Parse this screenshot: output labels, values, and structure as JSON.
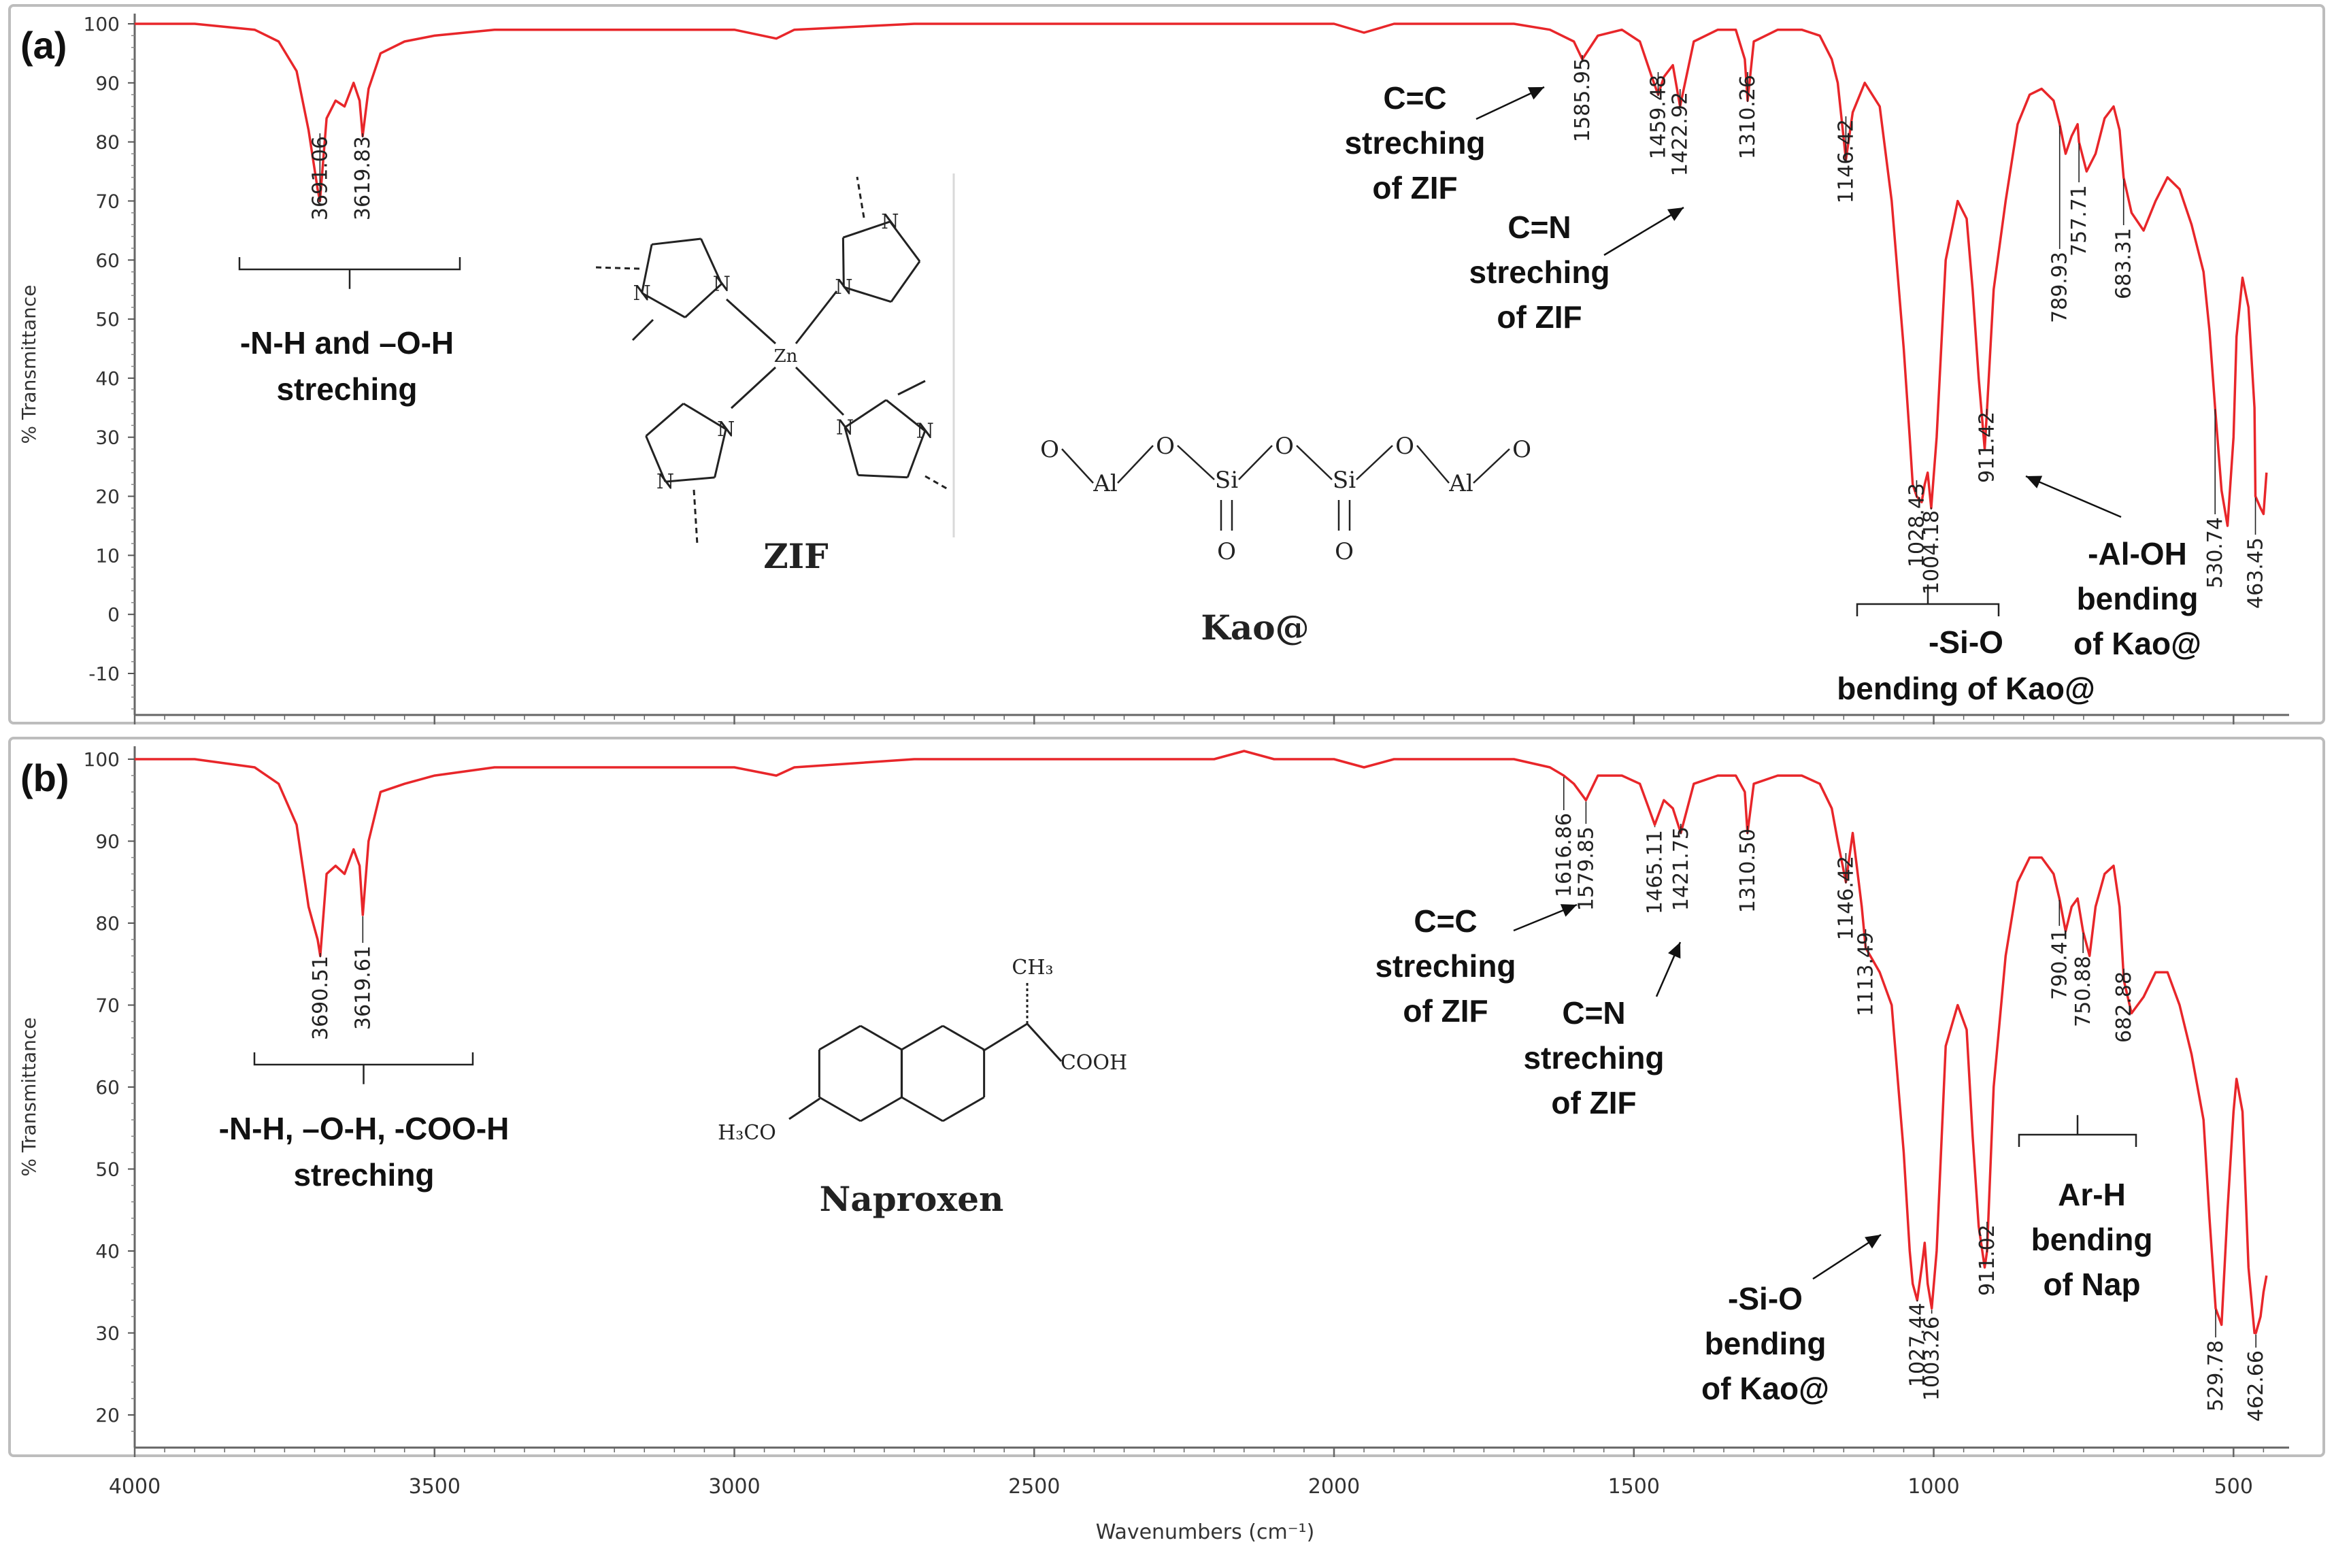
{
  "figure": {
    "x_title": "Wavenumbers (cm⁻¹)",
    "y_title": "% Transmittance",
    "x_ticks": [
      "4000",
      "3500",
      "3000",
      "2500",
      "2000",
      "1500",
      "1000",
      "500"
    ],
    "curve_color": "#e8262a"
  },
  "chart_data": [
    {
      "type": "line",
      "panel_label": "(a)",
      "xlim": [
        4000,
        430
      ],
      "ylim": [
        -15,
        102
      ],
      "yticks": [
        100,
        90,
        80,
        70,
        60,
        50,
        40,
        30,
        20,
        10,
        0,
        -10
      ],
      "series_color": "#e8262a",
      "x": [
        4000,
        3900,
        3800,
        3760,
        3730,
        3710,
        3695,
        3691.06,
        3680,
        3665,
        3650,
        3635,
        3625,
        3619.83,
        3610,
        3590,
        3550,
        3500,
        3400,
        3200,
        3000,
        2930,
        2900,
        2700,
        2400,
        2200,
        2100,
        2000,
        1950,
        1900,
        1800,
        1700,
        1640,
        1600,
        1585.95,
        1560,
        1520,
        1490,
        1470,
        1459.48,
        1450,
        1435,
        1422.92,
        1400,
        1360,
        1330,
        1315,
        1310.26,
        1300,
        1260,
        1220,
        1190,
        1170,
        1160,
        1146.42,
        1135,
        1115,
        1090,
        1070,
        1050,
        1040,
        1035,
        1028.43,
        1020,
        1015,
        1010,
        1004.18,
        995,
        980,
        960,
        945,
        935,
        925,
        915,
        911.42,
        900,
        880,
        860,
        840,
        820,
        800,
        789.93,
        780,
        770,
        760,
        757.71,
        745,
        730,
        715,
        700,
        690,
        683.31,
        670,
        650,
        630,
        610,
        590,
        570,
        550,
        540,
        530.74,
        520,
        510,
        500,
        495,
        485,
        475,
        465,
        463.45,
        455,
        450,
        445
      ],
      "y": [
        100,
        100,
        99,
        97,
        92,
        82,
        72,
        70,
        84,
        87,
        86,
        90,
        87,
        81,
        89,
        95,
        97,
        98,
        99,
        99,
        99,
        97.5,
        99,
        100,
        100,
        100,
        100,
        100,
        98.5,
        100,
        100,
        100,
        99,
        97,
        94,
        98,
        99,
        97,
        91,
        88,
        91,
        93,
        86,
        97,
        99,
        99,
        94,
        87,
        97,
        99,
        99,
        98,
        94,
        90,
        77,
        85,
        90,
        86,
        70,
        45,
        30,
        22,
        20,
        19,
        22,
        24,
        18,
        30,
        60,
        70,
        67,
        55,
        40,
        28,
        34,
        55,
        70,
        83,
        88,
        89,
        87,
        83,
        78,
        81,
        83,
        80,
        75,
        78,
        84,
        86,
        82,
        74,
        68,
        65,
        70,
        74,
        72,
        66,
        58,
        48,
        35,
        21,
        15,
        30,
        47,
        57,
        52,
        35,
        20,
        18,
        17,
        24,
        29
      ],
      "peak_labels": [
        "3691.06",
        "3619.83",
        "1585.95",
        "1459.48",
        "1422.92",
        "1310.26",
        "1146.42",
        "1028.43",
        "1004.18",
        "911.42",
        "789.93",
        "757.71",
        "683.31",
        "530.74",
        "463.45"
      ],
      "annotations": [
        {
          "lines": [
            "-N-H and –O-H",
            "streching"
          ]
        },
        {
          "lines": [
            "C=C",
            "streching",
            "of ZIF"
          ]
        },
        {
          "lines": [
            "C=N",
            "streching",
            "of ZIF"
          ]
        },
        {
          "lines": [
            "-Si-O",
            "bending of Kao@"
          ]
        },
        {
          "lines": [
            "-Al-OH",
            "bending",
            "of Kao@"
          ]
        }
      ],
      "structures": [
        {
          "name": "ZIF",
          "atoms": [
            "N",
            "N",
            "N",
            "N",
            "N",
            "N",
            "N",
            "N",
            "Zn"
          ]
        },
        {
          "name": "Kao@",
          "atoms": [
            "O",
            "Al",
            "O",
            "Si",
            "O",
            "Si",
            "O",
            "Al",
            "O",
            "O",
            "O"
          ]
        }
      ]
    },
    {
      "type": "line",
      "panel_label": "(b)",
      "xlim": [
        4000,
        430
      ],
      "ylim": [
        15,
        102
      ],
      "yticks": [
        100,
        90,
        80,
        70,
        60,
        50,
        40,
        30,
        20
      ],
      "series_color": "#e8262a",
      "x": [
        4000,
        3900,
        3800,
        3760,
        3730,
        3710,
        3695,
        3690.51,
        3680,
        3665,
        3650,
        3635,
        3625,
        3619.61,
        3610,
        3590,
        3550,
        3500,
        3400,
        3200,
        3000,
        2930,
        2900,
        2700,
        2400,
        2200,
        2150,
        2100,
        2000,
        1950,
        1900,
        1800,
        1700,
        1640,
        1616.86,
        1600,
        1579.85,
        1560,
        1520,
        1490,
        1475,
        1465.11,
        1450,
        1435,
        1421.75,
        1400,
        1360,
        1330,
        1315,
        1310.5,
        1300,
        1260,
        1220,
        1190,
        1170,
        1160,
        1146.42,
        1135,
        1120,
        1113.49,
        1090,
        1070,
        1050,
        1040,
        1035,
        1027.44,
        1020,
        1015,
        1010,
        1003.26,
        995,
        980,
        960,
        945,
        935,
        925,
        915,
        911.02,
        900,
        880,
        860,
        840,
        820,
        800,
        790.41,
        780,
        770,
        760,
        750.88,
        740,
        730,
        715,
        700,
        690,
        682.88,
        670,
        650,
        630,
        610,
        590,
        570,
        550,
        540,
        529.78,
        520,
        510,
        500,
        495,
        485,
        475,
        465,
        462.66,
        455,
        450,
        445
      ],
      "y": [
        100,
        100,
        99,
        97,
        92,
        82,
        78,
        76,
        86,
        87,
        86,
        89,
        87,
        81,
        90,
        96,
        97,
        98,
        99,
        99,
        99,
        98,
        99,
        100,
        100,
        100,
        101,
        100,
        100,
        99,
        100,
        100,
        100,
        99,
        98,
        97,
        95,
        98,
        98,
        97,
        94,
        92,
        95,
        94,
        91,
        97,
        98,
        98,
        96,
        91,
        97,
        98,
        98,
        97,
        94,
        90,
        85,
        91,
        82,
        77,
        74,
        70,
        52,
        40,
        36,
        34,
        38,
        41,
        36,
        33,
        40,
        65,
        70,
        67,
        54,
        43,
        38,
        40,
        60,
        76,
        85,
        88,
        88,
        86,
        83,
        79,
        82,
        83,
        79,
        76,
        82,
        86,
        87,
        82,
        73,
        69,
        71,
        74,
        74,
        70,
        64,
        56,
        44,
        33,
        31,
        45,
        57,
        61,
        57,
        38,
        30,
        30,
        32,
        35,
        37
      ],
      "peak_labels": [
        "1616.86",
        "1579.85",
        "1465.11",
        "1421.75",
        "1310.50",
        "1146.42",
        "1113.49",
        "3690.51",
        "3619.61",
        "1027.44",
        "1003.26",
        "911.02",
        "790.41",
        "750.88",
        "682.88",
        "529.78",
        "462.66"
      ],
      "annotations": [
        {
          "lines": [
            "-N-H,  –O-H, -COO-H",
            "streching"
          ]
        },
        {
          "lines": [
            "C=C",
            "streching",
            "of ZIF"
          ]
        },
        {
          "lines": [
            "C=N",
            "streching",
            "of ZIF"
          ]
        },
        {
          "lines": [
            "-Si-O",
            "bending",
            "of Kao@"
          ]
        },
        {
          "lines": [
            "Ar-H",
            "bending",
            "of Nap"
          ]
        }
      ],
      "structures": [
        {
          "name": "Naproxen",
          "atoms": [
            "CH₃",
            "COOH",
            "H₃CO"
          ]
        }
      ]
    }
  ]
}
